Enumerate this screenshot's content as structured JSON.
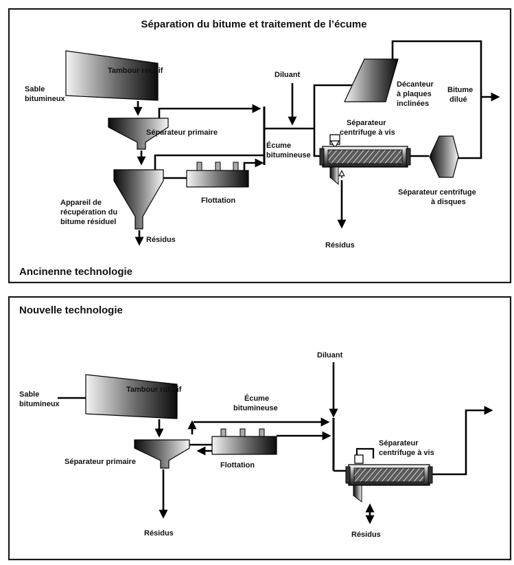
{
  "top_panel": {
    "title": "Séparation du bitume et traitement de l’écume",
    "footer_label": "Ancinenne technologie",
    "labels": {
      "sand": [
        "Sable",
        "bitumineux"
      ],
      "drum": "Tambour rotatif",
      "primary": "Séparateur primaire",
      "recovery": [
        "Appareil de",
        "récupération du",
        "bitume résiduel"
      ],
      "flotation": "Flottation",
      "residus_left": "Résidus",
      "diluent": "Diluant",
      "froth": [
        "Écume",
        "bitumineuse"
      ],
      "decanter": [
        "Décanteur",
        "à plaques",
        "inclinées"
      ],
      "bitumen": [
        "Bitume",
        "dilué"
      ],
      "screw_sep": [
        "Séparateur",
        "centrifuge à vis"
      ],
      "disc_sep": [
        "Séparateur centrifuge",
        "à disques"
      ],
      "residus_right": "Résidus"
    }
  },
  "bottom_panel": {
    "title": "Nouvelle technologie",
    "labels": {
      "sand": [
        "Sable",
        "bitumineux"
      ],
      "drum": "Tambour rotatif",
      "froth": [
        "Écume",
        "bitumineuse"
      ],
      "diluent": "Diluant",
      "primary": "Séparateur primaire",
      "flotation": "Flottation",
      "screw_sep": [
        "Séparateur",
        "centrifuge à vis"
      ],
      "residus_left": "Résidus",
      "residus_right": "Résidus"
    }
  }
}
